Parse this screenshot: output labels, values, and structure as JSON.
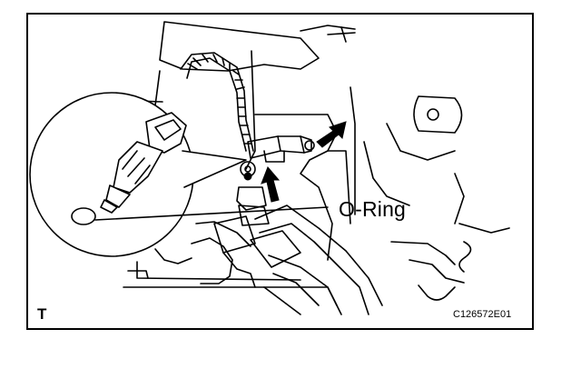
{
  "figure": {
    "callout_label": "O-Ring",
    "view_marker": "T",
    "figure_code": "C126572E01",
    "icons": [
      "arrow-icon",
      "arrow-icon"
    ]
  }
}
